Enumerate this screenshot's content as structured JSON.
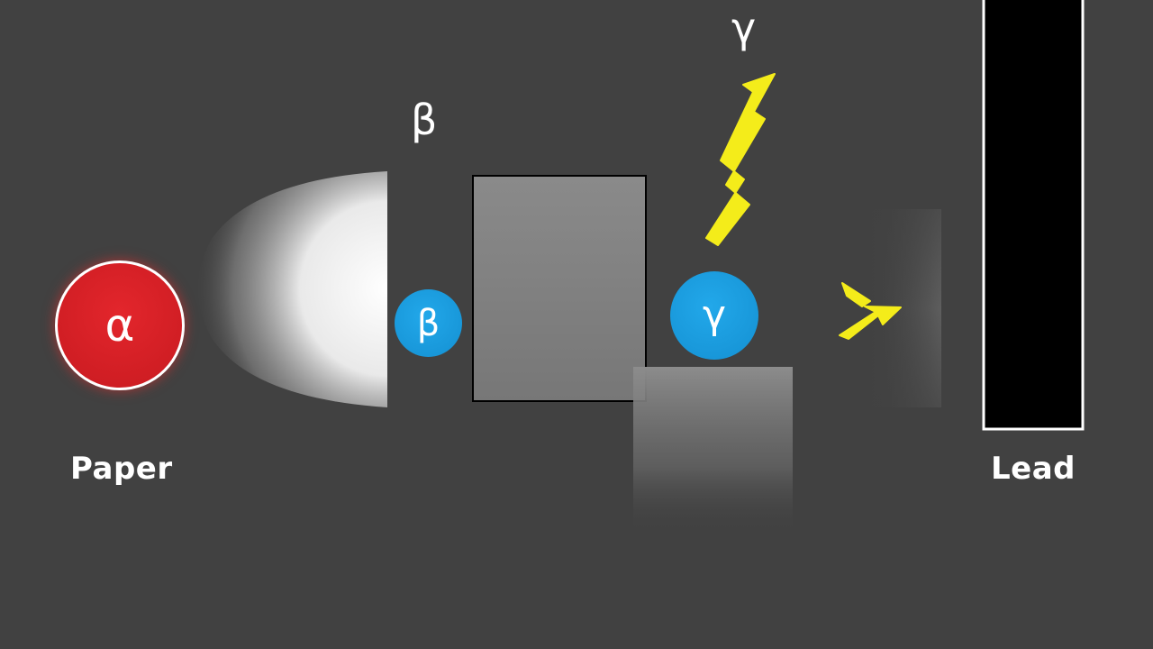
{
  "labels": {
    "paper": "Paper",
    "lead": "Lead",
    "beta_top": "β",
    "gamma_top": "γ"
  },
  "particles": {
    "alpha": "α",
    "beta": "β",
    "gamma": "γ"
  },
  "colors": {
    "background": "#414141",
    "alpha_particle": "#d9232a",
    "beta_particle": "#1a9de0",
    "gamma_particle": "#1a9de0",
    "gamma_ray": "#f4ec1a",
    "aluminium_block": "#808080",
    "lead_block": "#000000",
    "outline": "#ffffff"
  },
  "icons": {
    "gamma_ray_up": "zigzag-arrow-icon",
    "gamma_ray_right": "zigzag-arrow-icon"
  }
}
